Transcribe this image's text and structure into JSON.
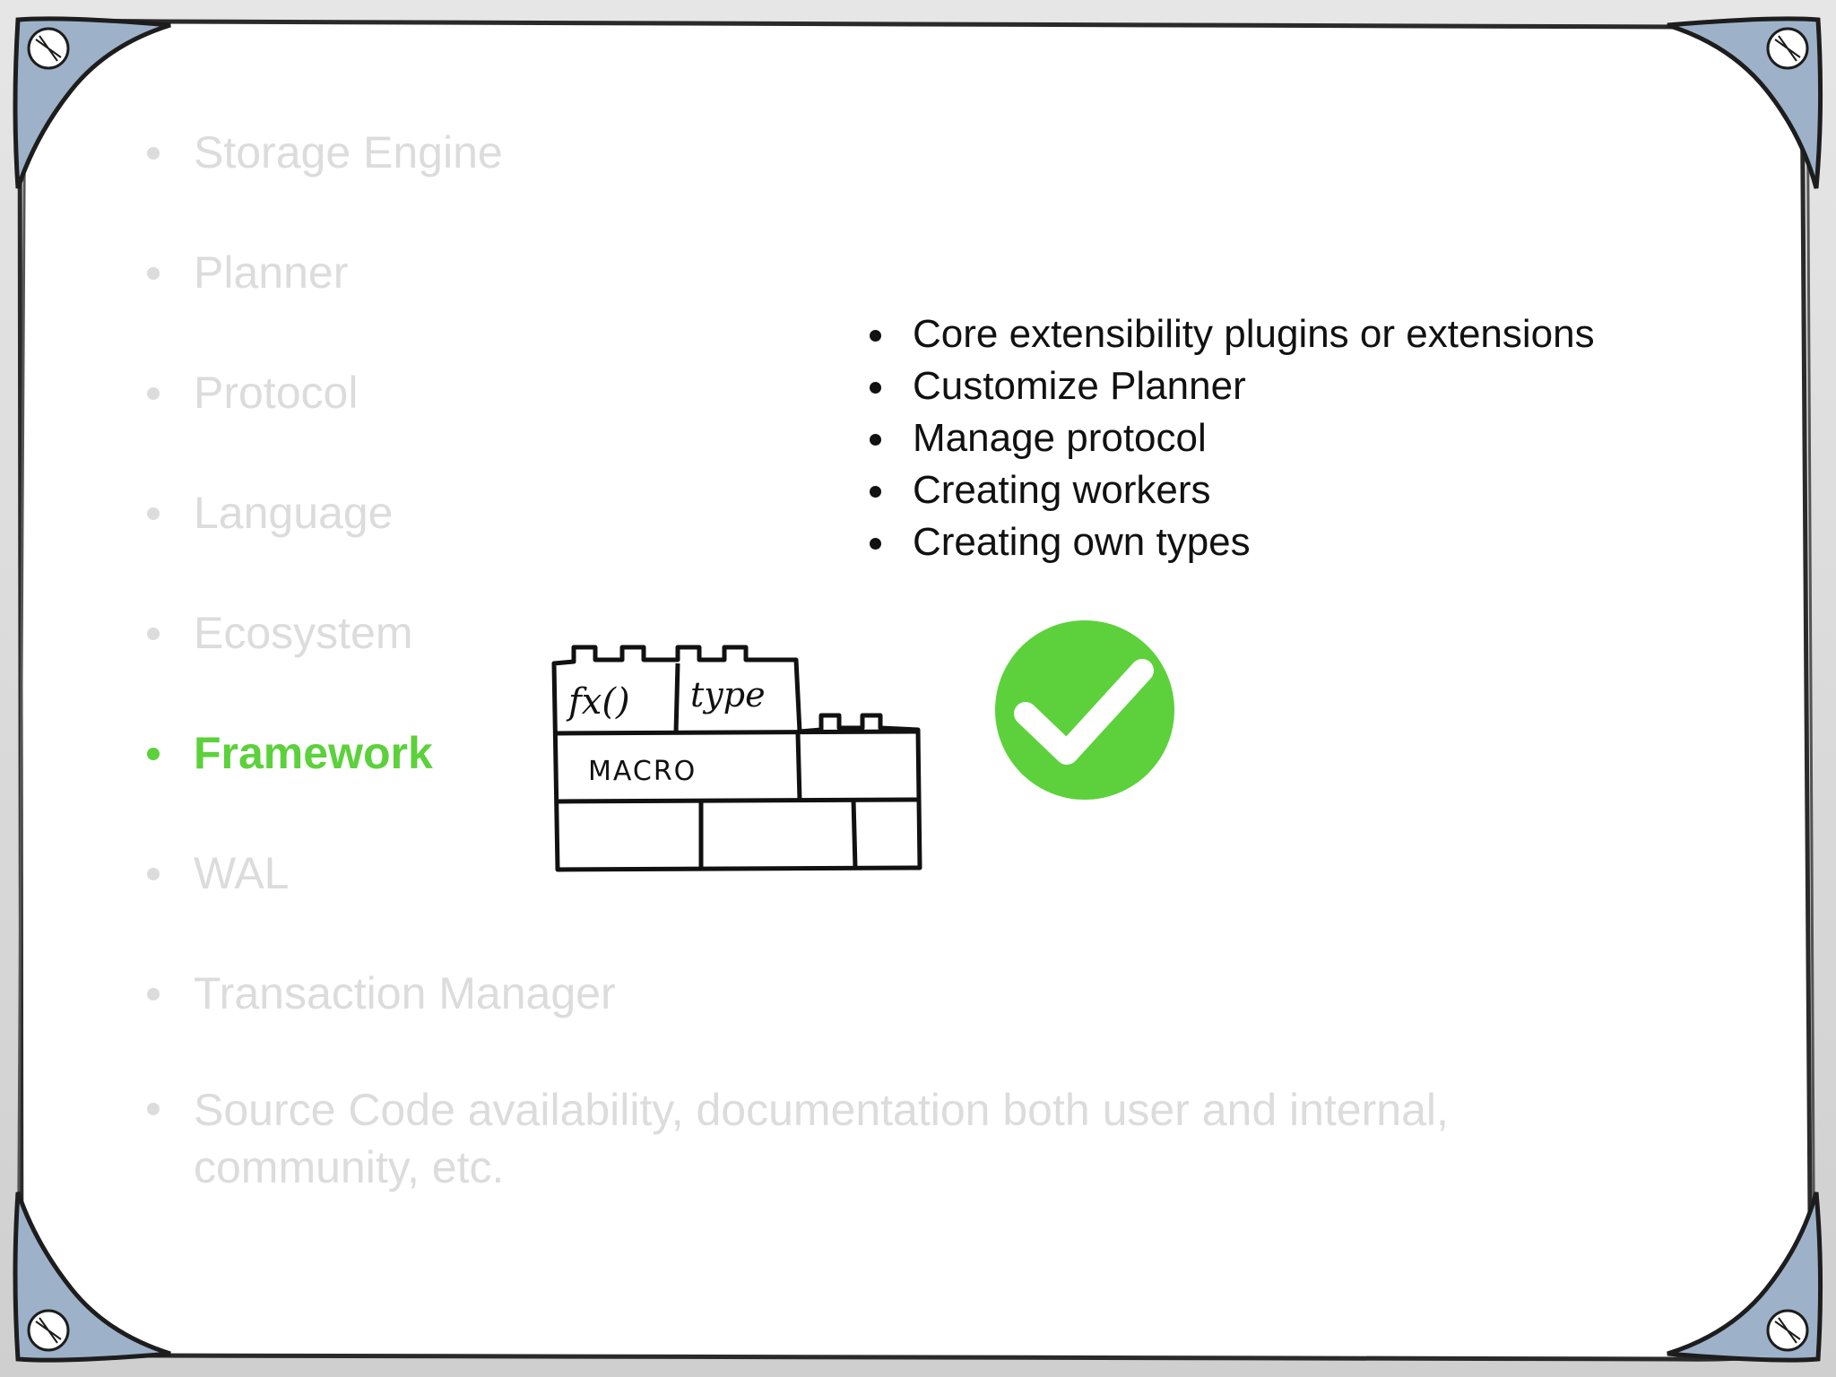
{
  "left_list": [
    {
      "label": "Storage Engine",
      "active": false
    },
    {
      "label": "Planner",
      "active": false
    },
    {
      "label": "Protocol",
      "active": false
    },
    {
      "label": "Language",
      "active": false
    },
    {
      "label": "Ecosystem",
      "active": false
    },
    {
      "label": "Framework",
      "active": true
    },
    {
      "label": "WAL",
      "active": false
    },
    {
      "label": "Transaction Manager",
      "active": false
    },
    {
      "label": "Source Code availability, documentation both user and internal, community, etc.",
      "active": false
    }
  ],
  "right_list": [
    "Core extensibility plugins or extensions",
    "Customize Planner",
    "Manage protocol",
    "Creating workers",
    "Creating own types"
  ],
  "blocks": {
    "fx_label": "fx()",
    "type_label": "type",
    "macro_label": "MACRO"
  },
  "icons": {
    "check": "checkmark-circle-icon",
    "corner": "ornament-corner-icon"
  },
  "colors": {
    "active": "#5cd13b",
    "inactive": "#dcdcdc",
    "text": "#111111",
    "check_green": "#5cd13b"
  }
}
